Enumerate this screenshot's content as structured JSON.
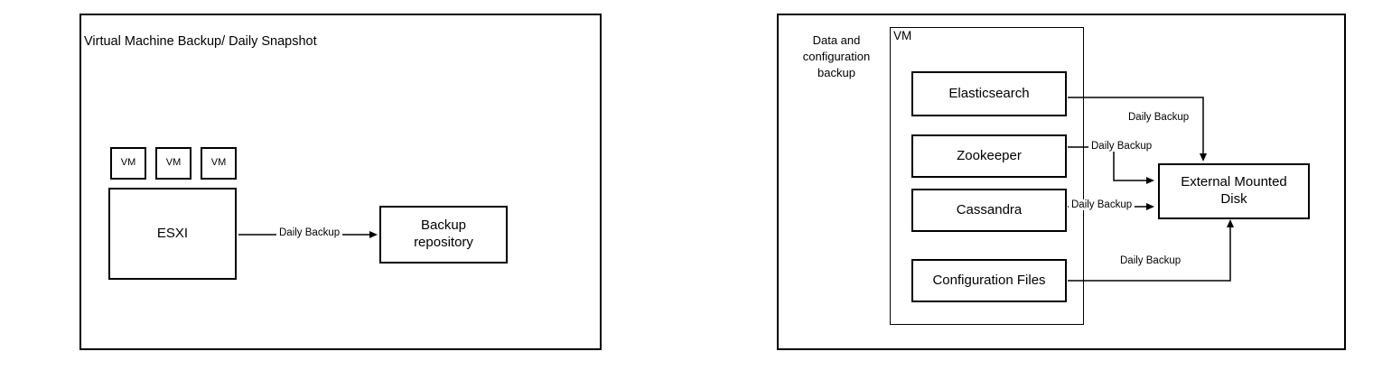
{
  "left_diagram": {
    "title": "Virtual Machine Backup/ Daily Snapshot",
    "vm_boxes": [
      "VM",
      "VM",
      "VM"
    ],
    "esxi": "ESXI",
    "backup_repository": "Backup repository",
    "arrow_label": "Daily Backup"
  },
  "right_diagram": {
    "side_label": "Data and configuration backup",
    "vm_container_label": "VM",
    "nodes": [
      "Elasticsearch",
      "Zookeeper",
      "Cassandra",
      "Configuration Files"
    ],
    "external_disk": "External Mounted Disk",
    "arrow_labels": {
      "elasticsearch": "Daily Backup",
      "zookeeper": "Daily Backup",
      "cassandra": "Daily Backup",
      "configuration_files": "Daily Backup"
    }
  }
}
